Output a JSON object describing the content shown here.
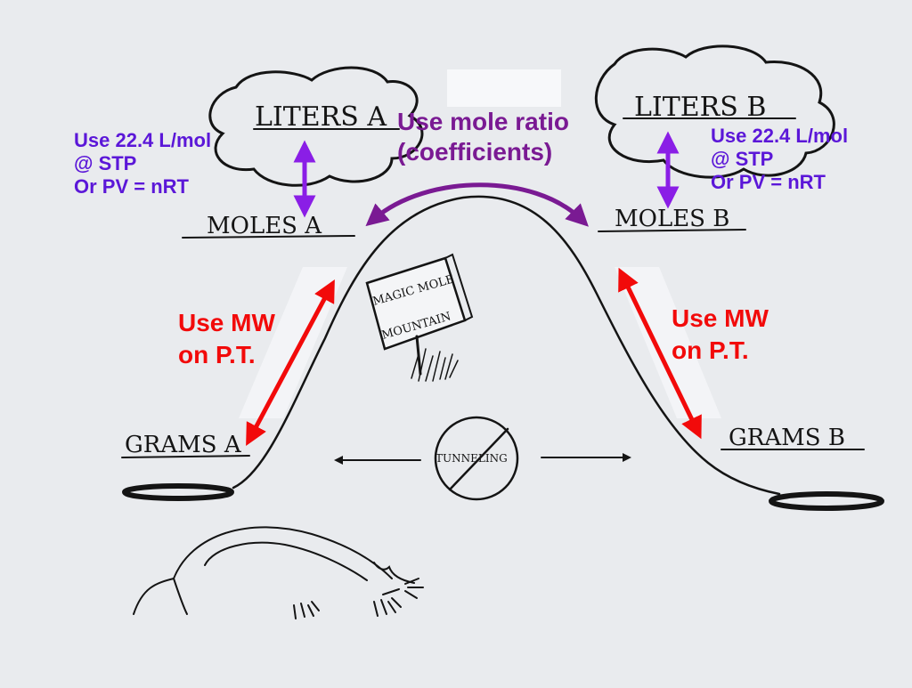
{
  "labels": {
    "liters_a": "LITERS A",
    "liters_b": "LITERS B",
    "moles_a": "MOLES A",
    "moles_b": "MOLES B",
    "grams_a": "GRAMS A",
    "grams_b": "GRAMS B",
    "sign_line1": "MAGIC MOLE",
    "sign_line2": "MOUNTAIN",
    "tunneling": "TUNNELING"
  },
  "annotations": {
    "left_gas": [
      "Use 22.4 L/mol",
      "@ STP",
      "Or PV = nRT"
    ],
    "right_gas": [
      "Use 22.4 L/mol",
      "@ STP",
      "Or PV = nRT"
    ],
    "mole_ratio": [
      "Use mole ratio",
      "(coefficients)"
    ],
    "left_mw": [
      "Use MW",
      "on P.T."
    ],
    "right_mw": [
      "Use MW",
      "on P.T."
    ]
  },
  "colors": {
    "gas_arrow": "#8a1ee6",
    "ratio_arrow": "#7a1a93",
    "mw_arrow": "#f20a0a",
    "ink": "#141414",
    "paper": "#e9ebee"
  },
  "icons": [
    "cloud-icon",
    "no-tunneling-icon",
    "mole-icon",
    "grass-icon"
  ]
}
